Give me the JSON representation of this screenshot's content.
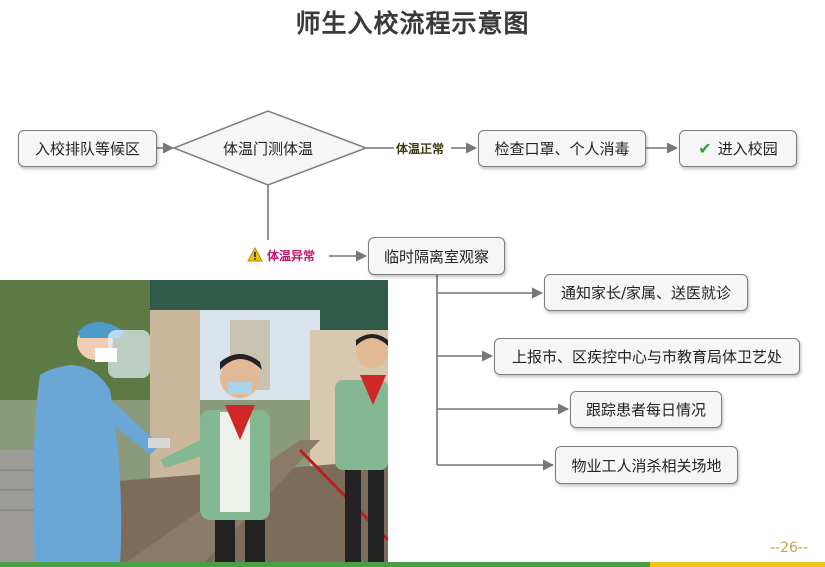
{
  "title": "师生入校流程示意图",
  "flow": {
    "queue": "入校排队等候区",
    "temp_check": "体温门测体温",
    "normal_label": "体温正常",
    "mask_check": "检查口罩、个人消毒",
    "enter": "进入校园",
    "abnormal_label": "体温异常",
    "isolation": "临时隔离室观察",
    "actions": [
      "通知家长/家属、送医就诊",
      "上报市、区疾控中心与市教育局体卫艺处",
      "跟踪患者每日情况",
      "物业工人消杀相关场地"
    ]
  },
  "page_number": "--26--",
  "icons": {
    "enter": "check-icon",
    "abnormal": "warning-icon"
  },
  "colors": {
    "normal": "#3d3d12",
    "abnormal": "#c0186b",
    "check": "#2aa52a",
    "warning": "#f2c200"
  }
}
